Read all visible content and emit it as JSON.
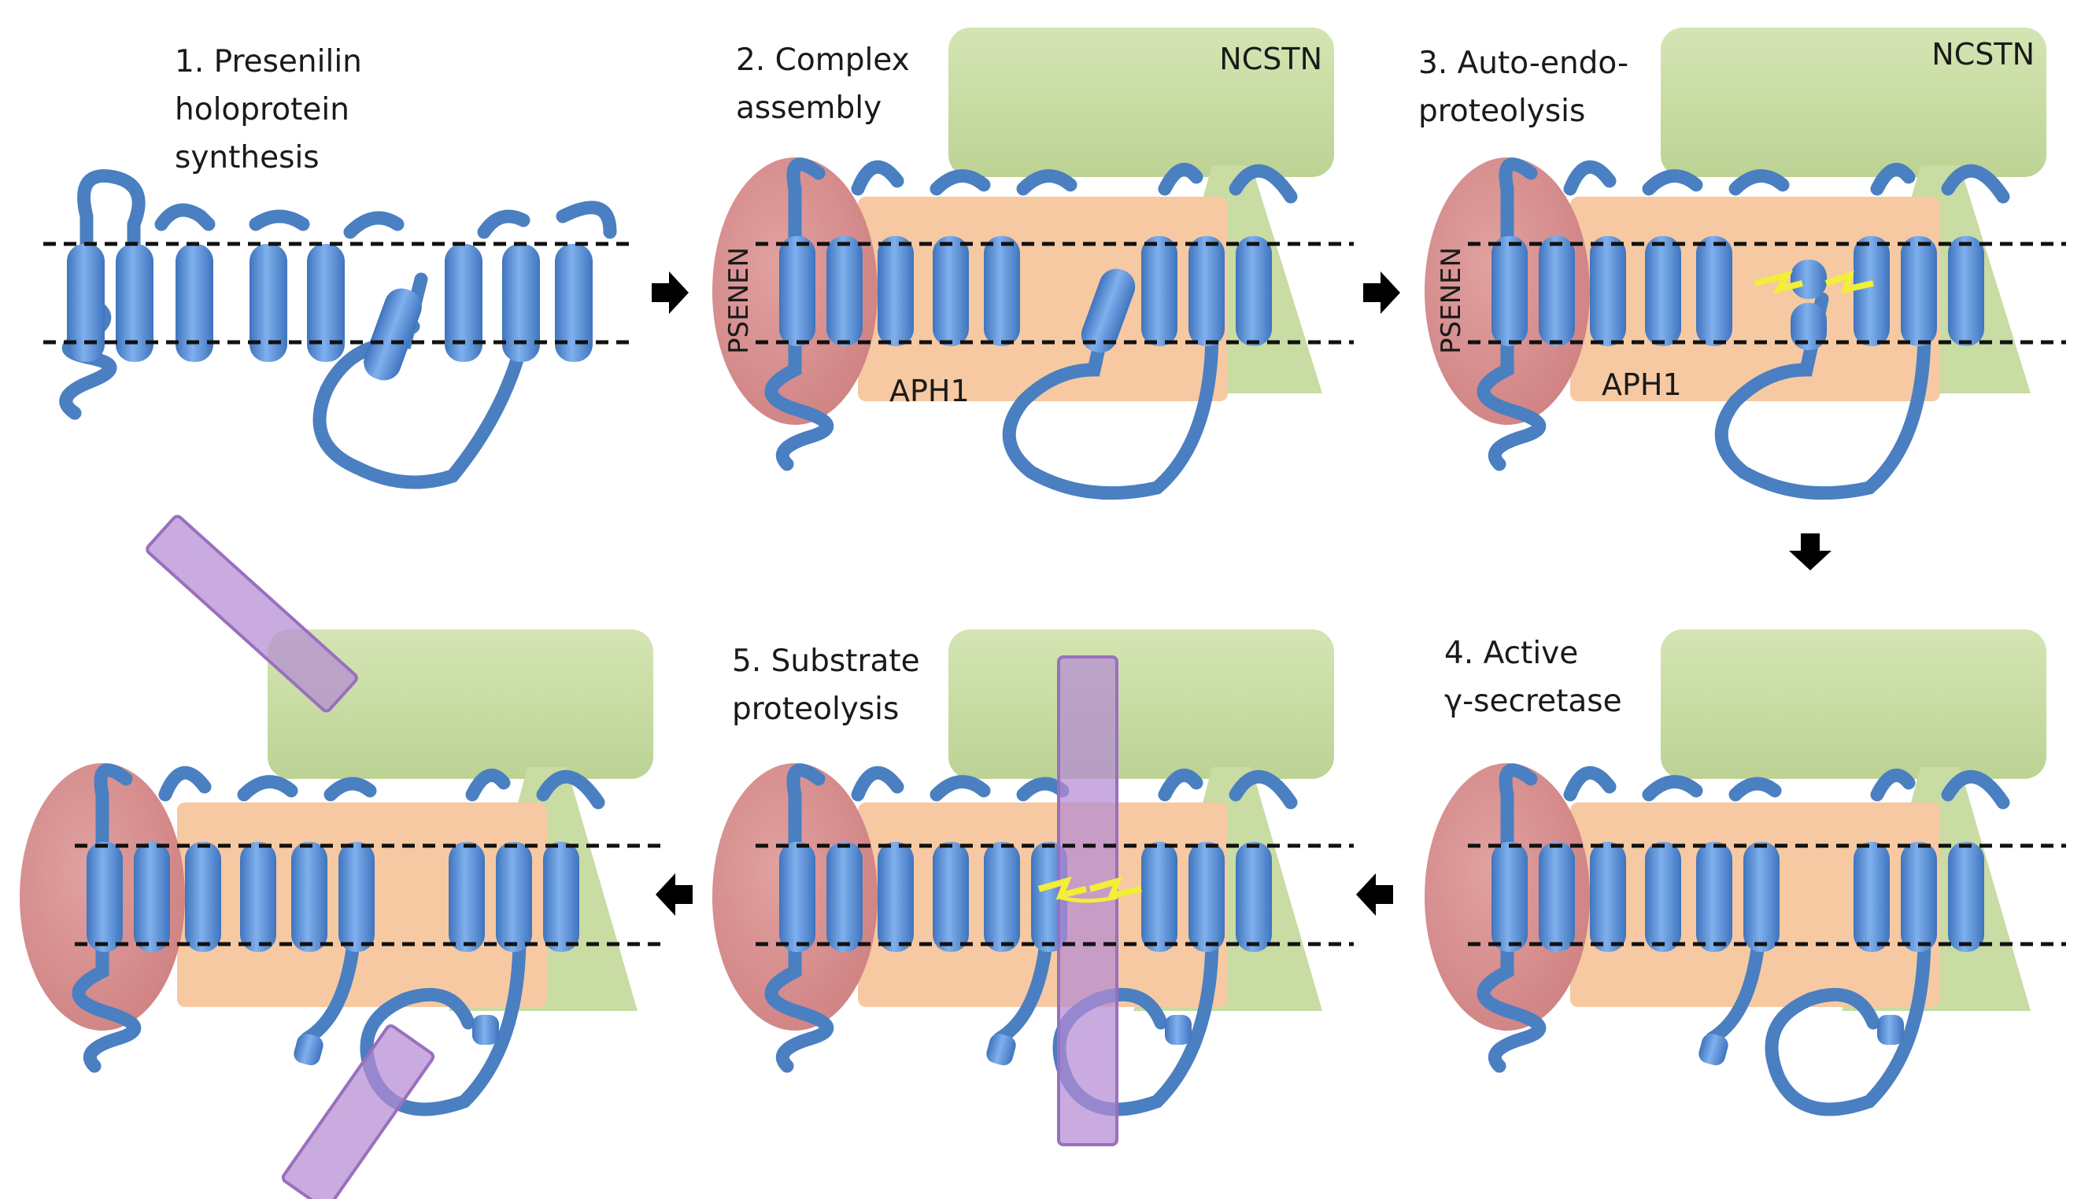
{
  "steps": [
    {
      "id": "s1",
      "lines": [
        "1. Presenilin",
        "holoprotein",
        "synthesis"
      ]
    },
    {
      "id": "s2",
      "lines": [
        "2. Complex",
        "assembly"
      ]
    },
    {
      "id": "s3",
      "lines": [
        "3. Auto-endo-",
        "proteolysis"
      ]
    },
    {
      "id": "s4",
      "lines": [
        "4. Active",
        "γ-secretase"
      ]
    },
    {
      "id": "s5",
      "lines": [
        "5. Substrate",
        "proteolysis"
      ]
    }
  ],
  "subunits": {
    "ncstn": "NCSTN",
    "psenen": "PSENEN",
    "aph1": "APH1"
  },
  "colors": {
    "presenilin": "#4a7fc1",
    "presenilin_helix": "#5b93de",
    "ncstn": "#c8dca3",
    "aph1": "#f6c9a2",
    "psenen": "#d98e8e",
    "substrate": "#b48ad2",
    "cleavage": "#f2ee3a",
    "membrane": "#111111",
    "arrow": "#000000"
  },
  "arrow_icon": "arrow-icon",
  "cleavage_icon": "cleavage-mark-icon"
}
